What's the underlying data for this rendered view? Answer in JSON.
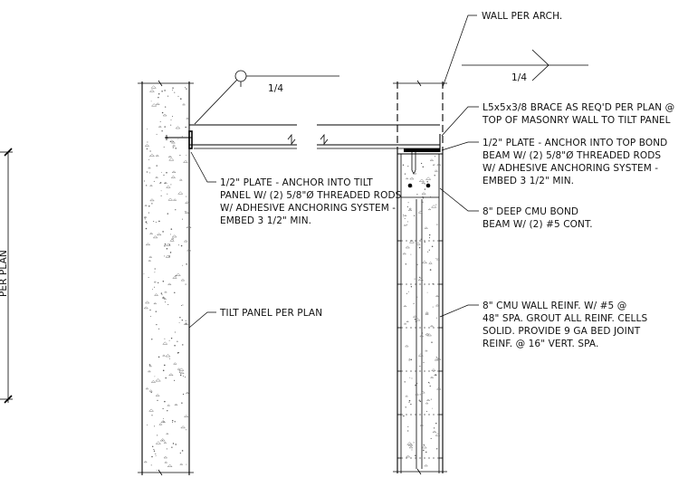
{
  "labels": {
    "per_plan": "PER PLAN",
    "slope_left": "1/4",
    "slope_right": "1/4"
  },
  "notes": {
    "wall_per_arch": "WALL PER ARCH.",
    "brace": [
      "L5x5x3/8 BRACE AS REQ'D PER PLAN @",
      "TOP OF MASONRY WALL TO TILT PANEL"
    ],
    "plate_top_bond": [
      "1/2\" PLATE - ANCHOR INTO TOP BOND",
      "BEAM W/ (2) 5/8\"Ø THREADED RODS",
      "W/ ADHESIVE ANCHORING SYSTEM -",
      "EMBED 3 1/2\" MIN."
    ],
    "plate_tilt": [
      "1/2\" PLATE - ANCHOR INTO TILT",
      "PANEL W/ (2) 5/8\"Ø THREADED RODS",
      "W/ ADHESIVE ANCHORING SYSTEM -",
      "EMBED 3 1/2\" MIN."
    ],
    "bond_beam": [
      "8\" DEEP CMU BOND",
      "BEAM W/ (2) #5 CONT."
    ],
    "tilt_panel": "TILT PANEL PER PLAN",
    "cmu_wall": [
      "8\" CMU WALL REINF. W/ #5 @",
      "48\" SPA. GROUT ALL REINF. CELLS",
      "SOLID. PROVIDE 9 GA BED JOINT",
      "REINF. @ 16\" VERT. SPA."
    ]
  }
}
